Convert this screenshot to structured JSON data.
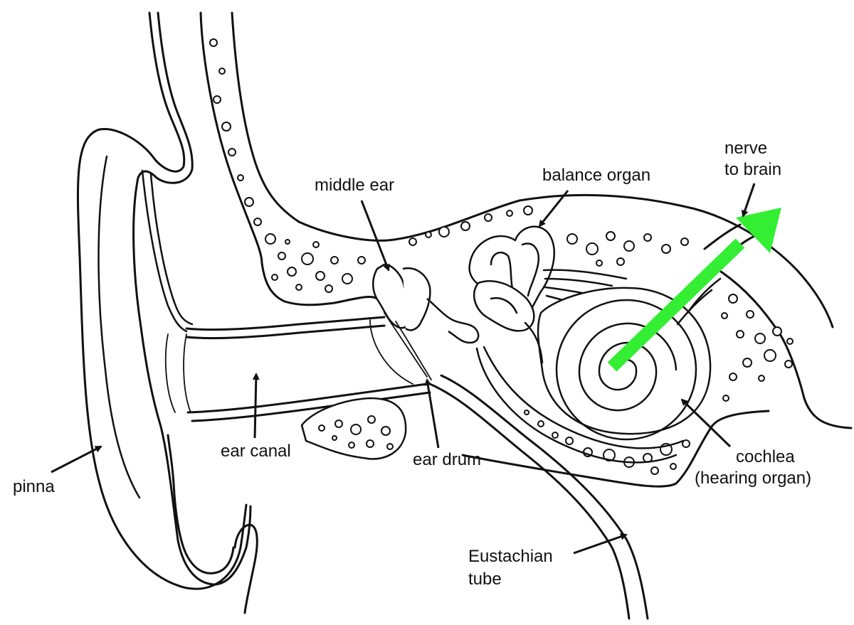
{
  "labels": {
    "pinna": "pinna",
    "ear_canal": "ear canal",
    "ear_drum": "ear drum",
    "middle_ear": "middle ear",
    "balance_organ": "balance organ",
    "nerve_line1": "nerve",
    "nerve_line2": "to brain",
    "cochlea_line1": "cochlea",
    "cochlea_line2": "(hearing organ)",
    "eustachian_line1": "Eustachian",
    "eustachian_line2": "tube"
  },
  "colors": {
    "ink": "#111111",
    "background": "#ffffff",
    "signal_arrow": "#33ee33"
  }
}
